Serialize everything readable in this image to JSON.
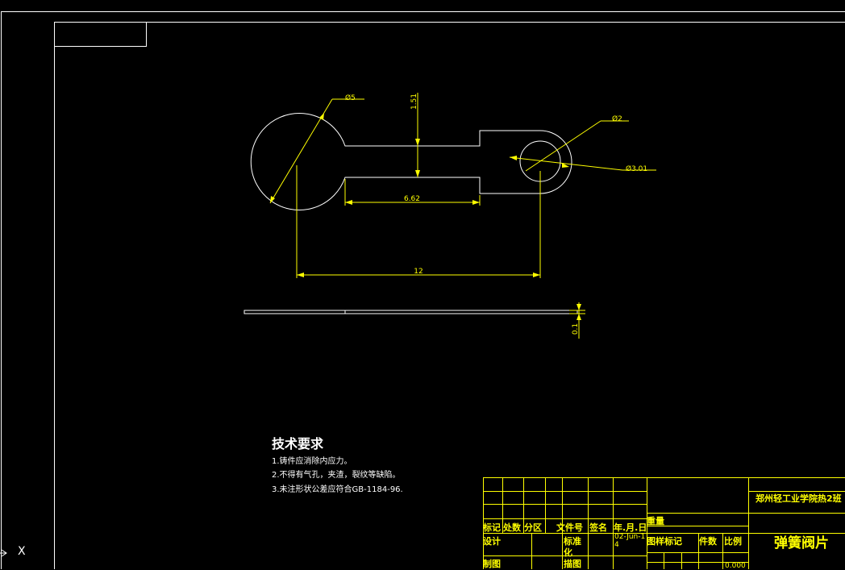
{
  "colors": {
    "background": "#000000",
    "frame": "#ffffff",
    "part_outline": "#ffffff",
    "dimension": "#ffff00"
  },
  "dimensions": {
    "hole_big": "Ø5",
    "height": "1.51",
    "hole_small": "Ø2",
    "hole_small_outer": "Ø3.01",
    "neck_length": "6.62",
    "center_distance": "12",
    "thickness": "0.1"
  },
  "notes": {
    "title": "技术要求",
    "items": [
      "1.铸件应消除内应力。",
      "2.不得有气孔，夹渣，裂纹等缺陷。",
      "3.未注形状公差应符合GB-1184-96."
    ]
  },
  "title_block": {
    "school": "郑州轻工业学院热2班",
    "part_name": "弹簧阀片",
    "mark": "标记",
    "count": "处数",
    "zone": "分区",
    "doc_no": "文件号",
    "signature": "签名",
    "date_label": "年.月.日",
    "design": "设计",
    "standardize": "标准",
    "standardize_suffix": "化",
    "date": "02-Jun-1",
    "date_suffix": "4",
    "weight": "重量",
    "stage_mark": "图样标记",
    "qty": "件数",
    "scale": "比例",
    "draw": "制图",
    "drawing": "描图",
    "scale_value": "0.000"
  },
  "ucs": {
    "label": "X",
    "icon": "ucs-arrow-icon"
  }
}
